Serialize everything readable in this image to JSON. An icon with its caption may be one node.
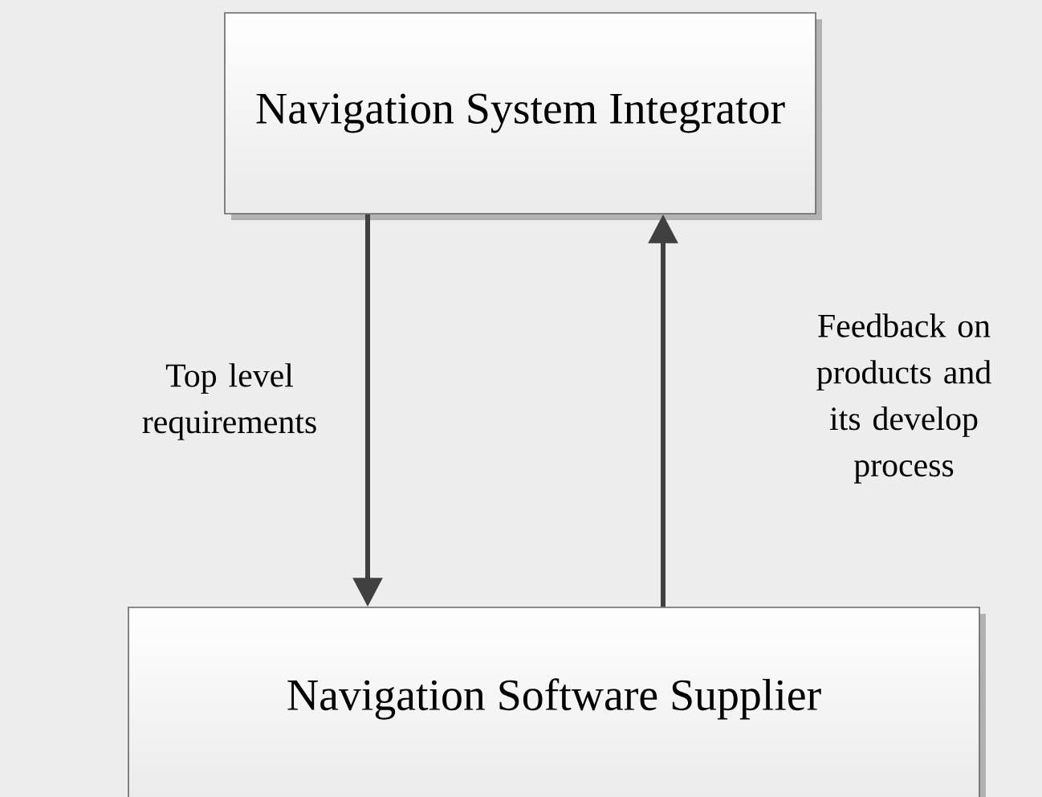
{
  "diagram": {
    "nodes": [
      {
        "text": [
          "Navigation System Integrator"
        ]
      },
      {
        "text": [
          "Navigation Software Supplier"
        ]
      }
    ],
    "edges": [
      {
        "from": 0,
        "to": 1,
        "arrow": "to",
        "label": "Top level requirements"
      },
      {
        "from": 1,
        "to": 0,
        "arrow": "to",
        "label": "Feedback on products and its develop process"
      }
    ]
  }
}
